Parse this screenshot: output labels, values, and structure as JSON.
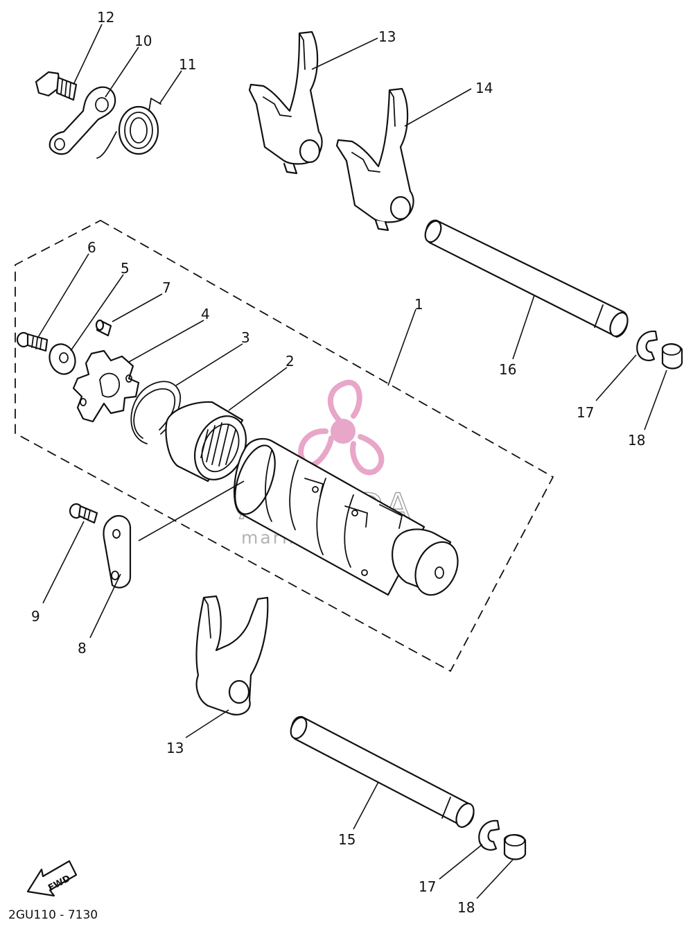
{
  "callouts": [
    {
      "id": "c1",
      "text": "1"
    },
    {
      "id": "c2",
      "text": "2"
    },
    {
      "id": "c3",
      "text": "3"
    },
    {
      "id": "c4",
      "text": "4"
    },
    {
      "id": "c5",
      "text": "5"
    },
    {
      "id": "c6",
      "text": "6"
    },
    {
      "id": "c7",
      "text": "7"
    },
    {
      "id": "c8",
      "text": "8"
    },
    {
      "id": "c9",
      "text": "9"
    },
    {
      "id": "c10",
      "text": "10"
    },
    {
      "id": "c11",
      "text": "11"
    },
    {
      "id": "c12",
      "text": "12"
    },
    {
      "id": "c13a",
      "text": "13"
    },
    {
      "id": "c13b",
      "text": "13"
    },
    {
      "id": "c14",
      "text": "14"
    },
    {
      "id": "c15",
      "text": "15"
    },
    {
      "id": "c16",
      "text": "16"
    },
    {
      "id": "c17a",
      "text": "17"
    },
    {
      "id": "c17b",
      "text": "17"
    },
    {
      "id": "c18a",
      "text": "18"
    },
    {
      "id": "c18b",
      "text": "18"
    }
  ],
  "diagram_code": "2GU110 - 7130",
  "fwd_label": "FWD",
  "watermark": {
    "title": "ARMADA",
    "subtitle": "marine outboards",
    "color": "#e8a6c8"
  }
}
